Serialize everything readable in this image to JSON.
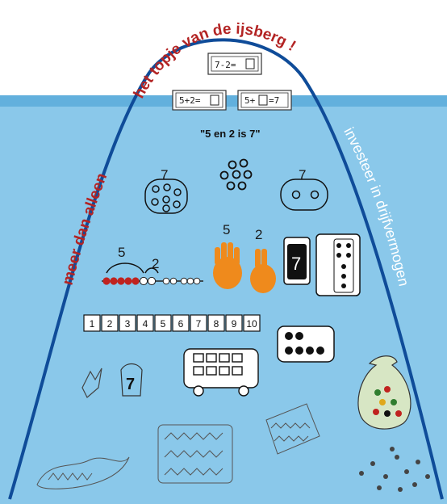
{
  "colors": {
    "sky": "#ffffff",
    "water": "#8ac8ea",
    "water_dark": "#62b0dd",
    "iceberg_line": "#0f4c99",
    "title_red": "#b32424",
    "bead_red": "#c0231f",
    "hand_orange": "#ef8a1c"
  },
  "title_arc": "het topje van de ijsberg !",
  "left_label": "meer dan alleen",
  "right_label": "investeer in drijfvermogen",
  "equations": {
    "top": "7-2=",
    "left": "5+2=",
    "right": "5+",
    "right_suffix": "=7"
  },
  "quote": "\"5 en 2 is 7\"",
  "numbers": {
    "seven_left": "7",
    "seven_right": "7",
    "five_bead": "5",
    "two_bead": "2",
    "five_hand": "5",
    "two_hand": "2",
    "card_seven": "7",
    "child_seven": "7"
  },
  "number_strip": [
    "1",
    "2",
    "3",
    "4",
    "5",
    "6",
    "7",
    "8",
    "9",
    "10"
  ],
  "icons": [
    "iceberg-outline-icon",
    "dot-group-icon",
    "bead-string-icon",
    "finger-hand-icon",
    "number-card-icon",
    "domino-card-icon",
    "bus-icon",
    "money-bag-icon",
    "scribble-icon"
  ]
}
